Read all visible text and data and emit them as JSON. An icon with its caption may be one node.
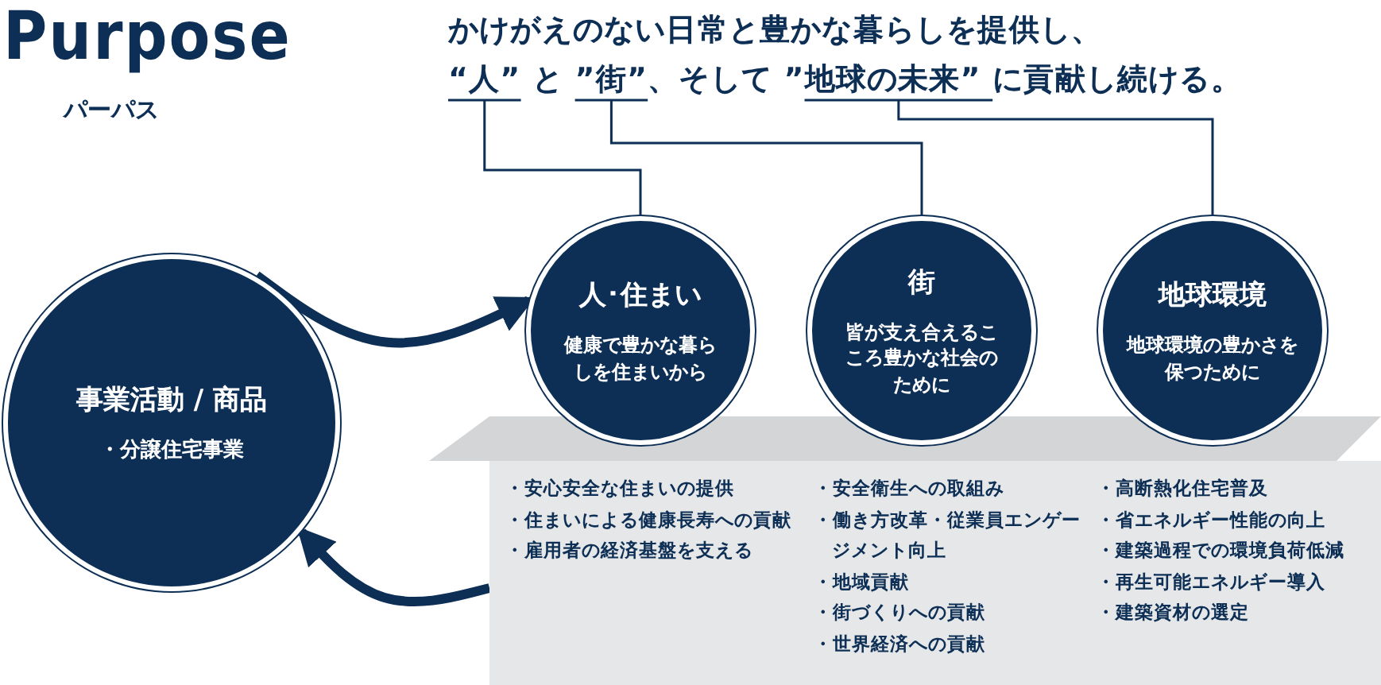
{
  "diagram": {
    "title": "Purpose",
    "nodes": [
      {
        "text": [
          "かけがえのない日常と豊かな暮らしを提供し、",
          "“人” と ”街”、そして ”地球の未来” に貢献し続ける。"
        ]
      },
      {
        "text": [
          "事業活動 / 商品",
          "・分譲住宅事業"
        ]
      },
      {
        "text": [
          "人･住まい",
          "健康で豊かな暮らしを住まいから"
        ]
      },
      {
        "text": [
          "街",
          "皆が支え合えるこころ豊かな社会のために"
        ]
      },
      {
        "text": [
          "地球環境",
          "地球環境の豊かさを保つために"
        ]
      },
      {
        "text": [
          "・安心安全な住まいの提供",
          "・住まいによる健康長寿への貢献",
          "・雇用者の経済基盤を支える",
          "・安全衛生への取組み",
          "・働き方改革・従業員エンゲージメント向上",
          "・地域貢献",
          "・街づくりへの貢献",
          "・世界経済への貢献",
          "・高断熱化住宅普及",
          "・省エネルギー性能の向上",
          "・建築過程での環境負荷低減",
          "・再生可能エネルギー導入",
          "・建築資材の選定"
        ]
      }
    ],
    "edges": [
      {
        "from": 0,
        "to": 2,
        "arrow": "none"
      },
      {
        "from": 0,
        "to": 3,
        "arrow": "none"
      },
      {
        "from": 0,
        "to": 4,
        "arrow": "none"
      },
      {
        "from": 1,
        "to": 2,
        "arrow": "to",
        "style": "thick"
      },
      {
        "from": 5,
        "to": 1,
        "arrow": "to",
        "style": "thick"
      }
    ],
    "labels": [
      "パーパス"
    ]
  }
}
